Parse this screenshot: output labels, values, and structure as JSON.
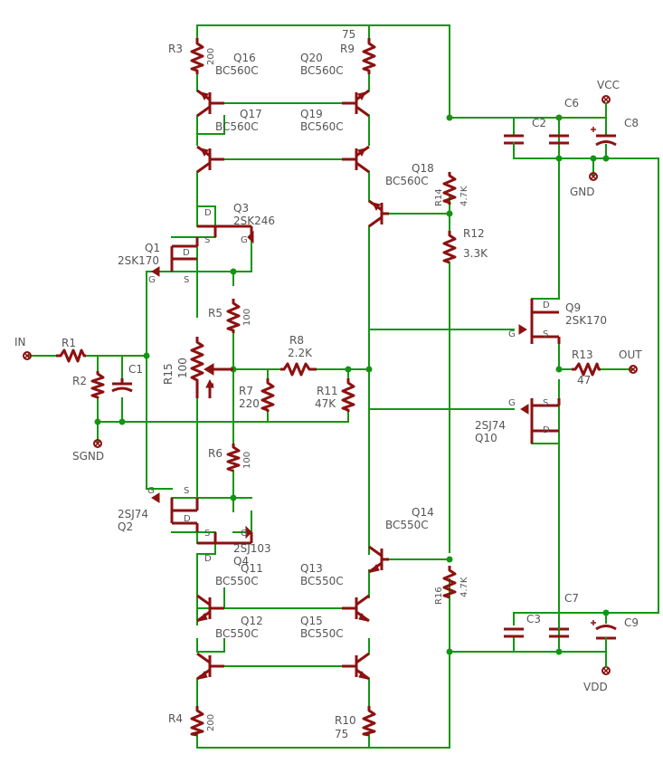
{
  "labels": {
    "IN": "IN",
    "SGND": "SGND",
    "OUT": "OUT",
    "VCC": "VCC",
    "GND": "GND",
    "VDD": "VDD",
    "R1": "R1",
    "R2": "R2",
    "C1": "C1",
    "R3": "R3",
    "R3v": "200",
    "R4": "R4",
    "R4v": "200",
    "R5": "R5",
    "R5v": "100",
    "R6": "R6",
    "R6v": "100",
    "R7": "R7",
    "R7v": "220",
    "R8": "R8",
    "R8v": "2.2K",
    "R9": "R9",
    "R9v": "75",
    "R10": "R10",
    "R10v": "75",
    "R11": "R11",
    "R11v": "47K",
    "R12": "R12",
    "R12v": "3.3K",
    "R13": "R13",
    "R13v": "47",
    "R14": "R14",
    "R14v": "4.7K",
    "R15": "R15",
    "R15v": "100",
    "R16": "R16",
    "R16v": "4.7K",
    "Q1": "Q1",
    "Q1v": "2SK170",
    "Q2": "Q2",
    "Q2v": "2SJ74",
    "Q3": "Q3",
    "Q3v": "2SK246",
    "Q4": "Q4",
    "Q4v": "2SJ103",
    "Q9": "Q9",
    "Q9v": "2SK170",
    "Q10": "Q10",
    "Q10v": "2SJ74",
    "Q11": "Q11",
    "Q11v": "BC550C",
    "Q12": "Q12",
    "Q12v": "BC550C",
    "Q13": "Q13",
    "Q13v": "BC550C",
    "Q14": "Q14",
    "Q14v": "BC550C",
    "Q15": "Q15",
    "Q15v": "BC550C",
    "Q16": "Q16",
    "Q16v": "BC560C",
    "Q17": "Q17",
    "Q17v": "BC560C",
    "Q18": "Q18",
    "Q18v": "BC560C",
    "Q19": "Q19",
    "Q19v": "BC560C",
    "Q20": "Q20",
    "Q20v": "BC560C",
    "C2": "C2",
    "C3": "C3",
    "C6": "C6",
    "C7": "C7",
    "C8": "C8",
    "C9": "C9",
    "D": "D",
    "S": "S",
    "G": "G"
  }
}
